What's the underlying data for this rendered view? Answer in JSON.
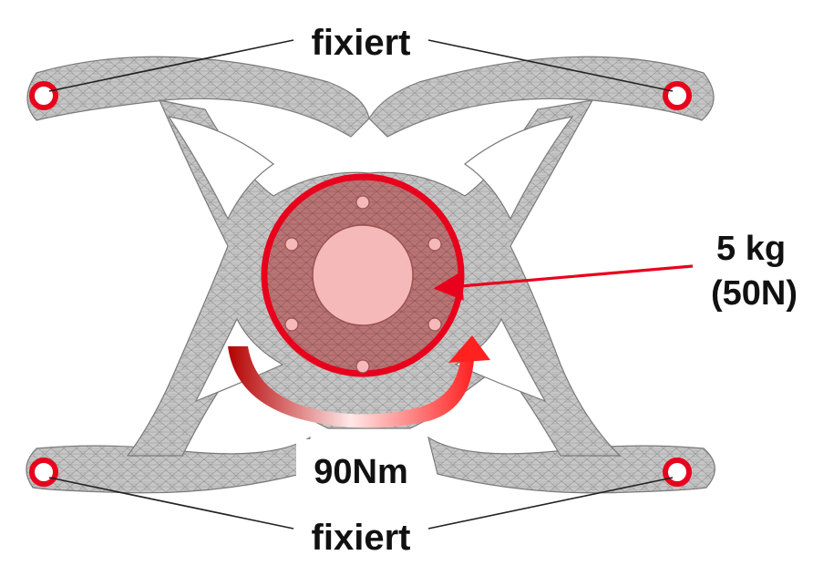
{
  "labels": {
    "fixed_top": "fixiert",
    "fixed_bottom": "fixiert",
    "load_mass": "5 kg",
    "load_force": "(50N)",
    "torque": "90Nm"
  },
  "colors": {
    "part_fill": "#c6c6c6",
    "mesh_line": "#8e8e8e",
    "bearing_red": "#e8001c",
    "hub_fill": "#b97474",
    "hub_center": "#f6b9b9",
    "torque_dark": "#b40000",
    "torque_light": "#ff2020",
    "leader_line": "#222222"
  }
}
